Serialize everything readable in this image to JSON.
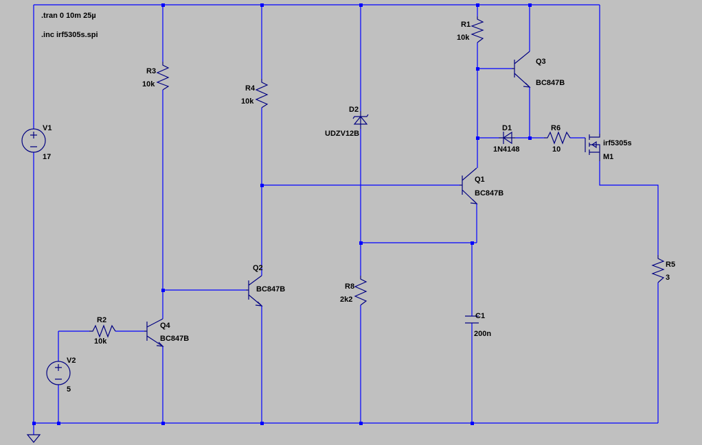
{
  "directives": {
    "tran": ".tran 0 10m 25µ",
    "inc": ".inc irf5305s.spi"
  },
  "components": {
    "V1": {
      "name": "V1",
      "value": "17"
    },
    "V2": {
      "name": "V2",
      "value": "5"
    },
    "R1": {
      "name": "R1",
      "value": "10k"
    },
    "R2": {
      "name": "R2",
      "value": "10k"
    },
    "R3": {
      "name": "R3",
      "value": "10k"
    },
    "R4": {
      "name": "R4",
      "value": "10k"
    },
    "R5": {
      "name": "R5",
      "value": "3"
    },
    "R6": {
      "name": "R6",
      "value": "10"
    },
    "R8": {
      "name": "R8",
      "value": "2k2"
    },
    "C1": {
      "name": "C1",
      "value": "200n"
    },
    "D1": {
      "name": "D1",
      "value": "1N4148"
    },
    "D2": {
      "name": "D2",
      "value": "UDZV12B"
    },
    "Q1": {
      "name": "Q1",
      "value": "BC847B"
    },
    "Q2": {
      "name": "Q2",
      "value": "BC847B"
    },
    "Q3": {
      "name": "Q3",
      "value": "BC847B"
    },
    "Q4": {
      "name": "Q4",
      "value": "BC847B"
    },
    "M1": {
      "name": "M1",
      "value": "irf5305s"
    }
  },
  "colors": {
    "background": "#c0c0c0",
    "wire": "#0000ff",
    "symbol": "#000080",
    "text": "#000000"
  }
}
